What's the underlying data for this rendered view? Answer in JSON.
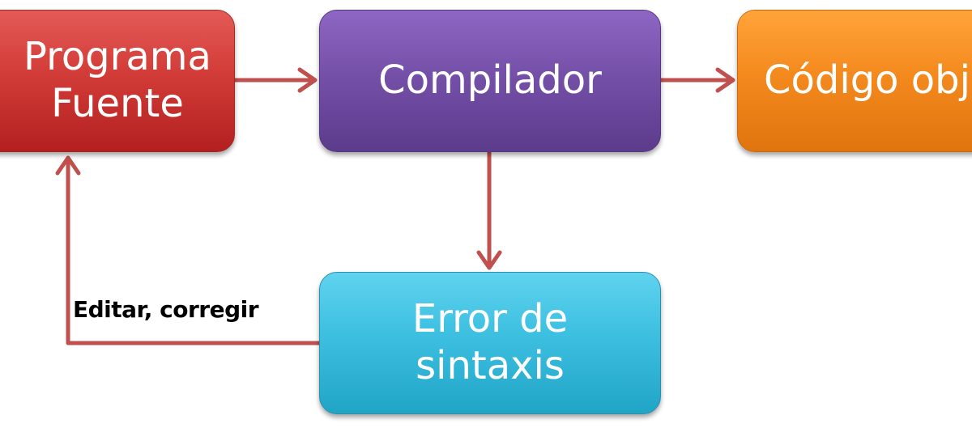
{
  "diagram": {
    "nodes": {
      "source": {
        "label": "Programa\nFuente",
        "color": "#d23c38"
      },
      "compiler": {
        "label": "Compilador",
        "color": "#7550a8"
      },
      "object": {
        "label": "Código objeto",
        "color": "#f48a1e"
      },
      "error": {
        "label": "Error de\nsintaxis",
        "color": "#3cbfe0"
      }
    },
    "edges": {
      "feedback_label": "Editar, corregir"
    },
    "arrow_color": "#c0504d"
  }
}
